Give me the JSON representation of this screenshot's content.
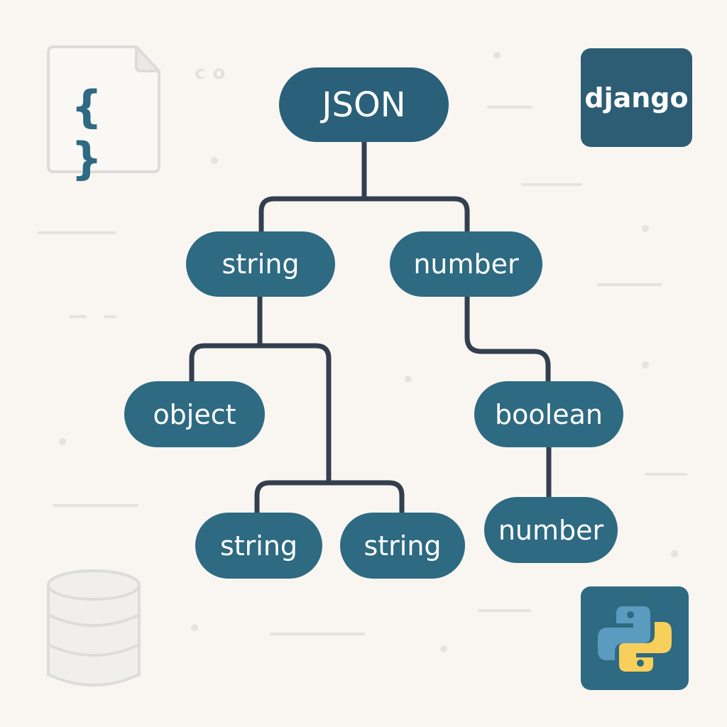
{
  "diagram": {
    "root": "JSON",
    "nodes": {
      "string_a": "string",
      "number_a": "number",
      "object": "object",
      "boolean": "boolean",
      "string_b": "string",
      "string_c": "string",
      "number_b": "number"
    }
  },
  "decor": {
    "faint_text": "co",
    "file_icon_text": "{ }",
    "django_logo": "django"
  },
  "colors": {
    "node": "#2e6a82",
    "line": "#333f4e",
    "background": "#f9f6f2",
    "python_blue": "#5b9bc0",
    "python_yellow": "#f7cf5a"
  }
}
